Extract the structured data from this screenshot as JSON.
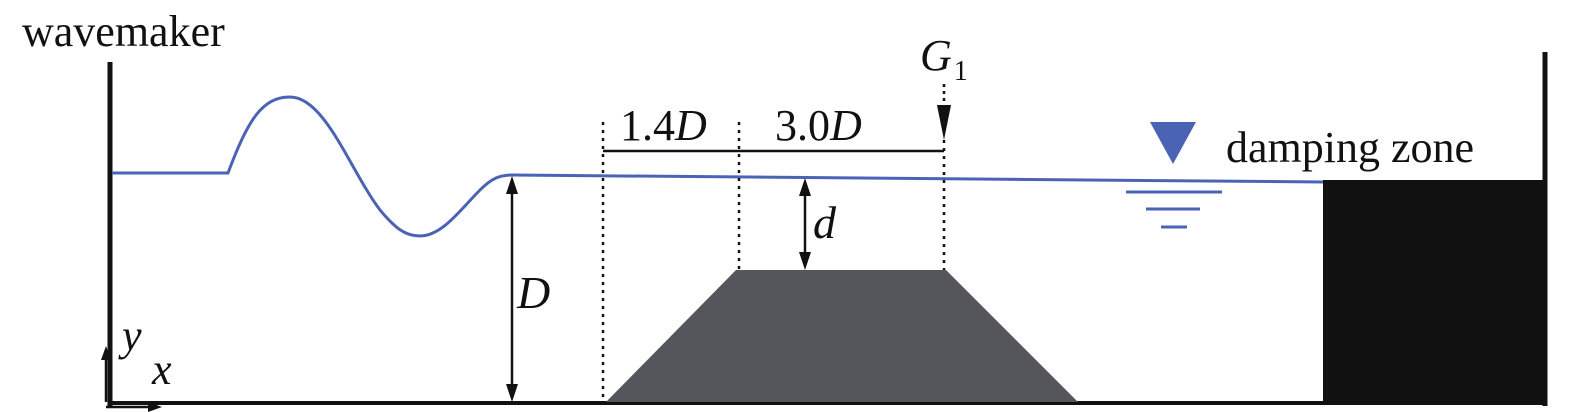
{
  "labels": {
    "wavemaker": "wavemaker",
    "damping_zone": "damping zone",
    "gauge_letter": "G",
    "gauge_subscript": "1",
    "dim_left_number": "1.4",
    "dim_left_unit": "D",
    "dim_right_number": "3.0",
    "dim_right_unit": "D",
    "depth": "D",
    "submergence": "d",
    "axis_y": "y",
    "axis_x": "x"
  },
  "colors": {
    "wave": "#4a63b4",
    "structure": "#54565c",
    "damping": "#111111",
    "water_symbol": "#4a63b4",
    "lines": "#111111"
  },
  "icons": {
    "water_level": "water-level-symbol-icon",
    "gauge": "down-arrow-icon"
  }
}
